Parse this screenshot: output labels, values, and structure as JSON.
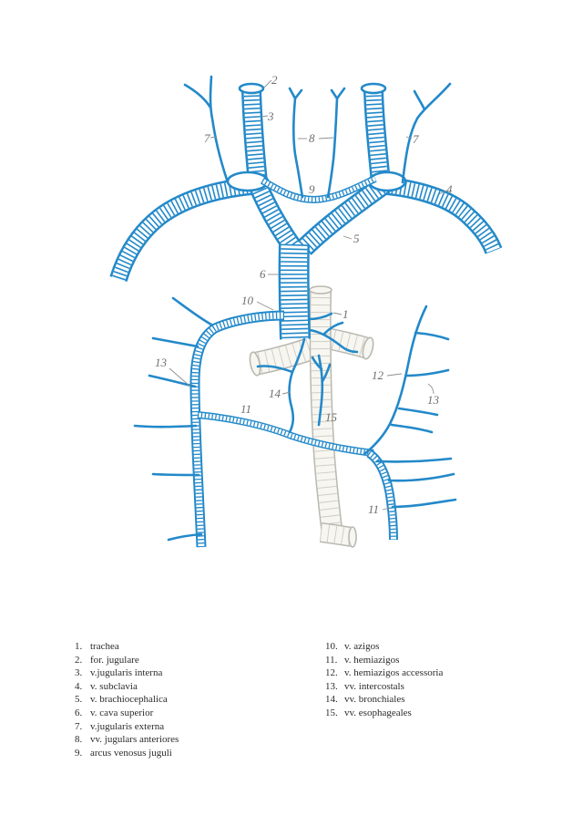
{
  "diagram": {
    "labels": {
      "trachea": "1",
      "foramen_jugulare": "2",
      "jugularis_interna": "3",
      "subclavia": "4",
      "brachiocephalica": "5",
      "cava_superior": "6",
      "jugularis_externa_left": "7",
      "jugularis_externa_right": "7",
      "jugulares_anteriores": "8",
      "arcus_venosus": "9",
      "azigos": "10",
      "hemiazigos_left": "11",
      "hemiazigos_right": "11",
      "hemiazigos_accessoria": "12",
      "intercostales_left": "13",
      "intercostales_right": "13",
      "bronchiales": "14",
      "esophageales": "15"
    }
  },
  "legend": {
    "left": [
      {
        "num": "1.",
        "text": "trachea"
      },
      {
        "num": "2.",
        "text": "for. jugulare"
      },
      {
        "num": "3.",
        "text": "v.jugularis interna"
      },
      {
        "num": "4.",
        "text": "v. subclavia"
      },
      {
        "num": "5.",
        "text": "v. brachiocephalica"
      },
      {
        "num": "6.",
        "text": "v. cava superior"
      },
      {
        "num": "7.",
        "text": "v.jugularis externa"
      },
      {
        "num": "8.",
        "text": "vv. jugulars anteriores"
      },
      {
        "num": "9.",
        "text": "arcus venosus juguli"
      }
    ],
    "right": [
      {
        "num": "10.",
        "text": "v. azigos"
      },
      {
        "num": "11.",
        "text": "v. hemiazigos"
      },
      {
        "num": "12.",
        "text": "v. hemiazigos accessoria"
      },
      {
        "num": "13.",
        "text": "vv. intercostals"
      },
      {
        "num": "14.",
        "text": "vv. bronchiales"
      },
      {
        "num": "15.",
        "text": "vv. esophageales"
      }
    ]
  },
  "colors": {
    "vein": "#2389c9",
    "structure_outline": "#b9b9b1",
    "structure_fill": "#f7f6f1",
    "label": "#6e6e6e",
    "text": "#2b2b2b"
  }
}
